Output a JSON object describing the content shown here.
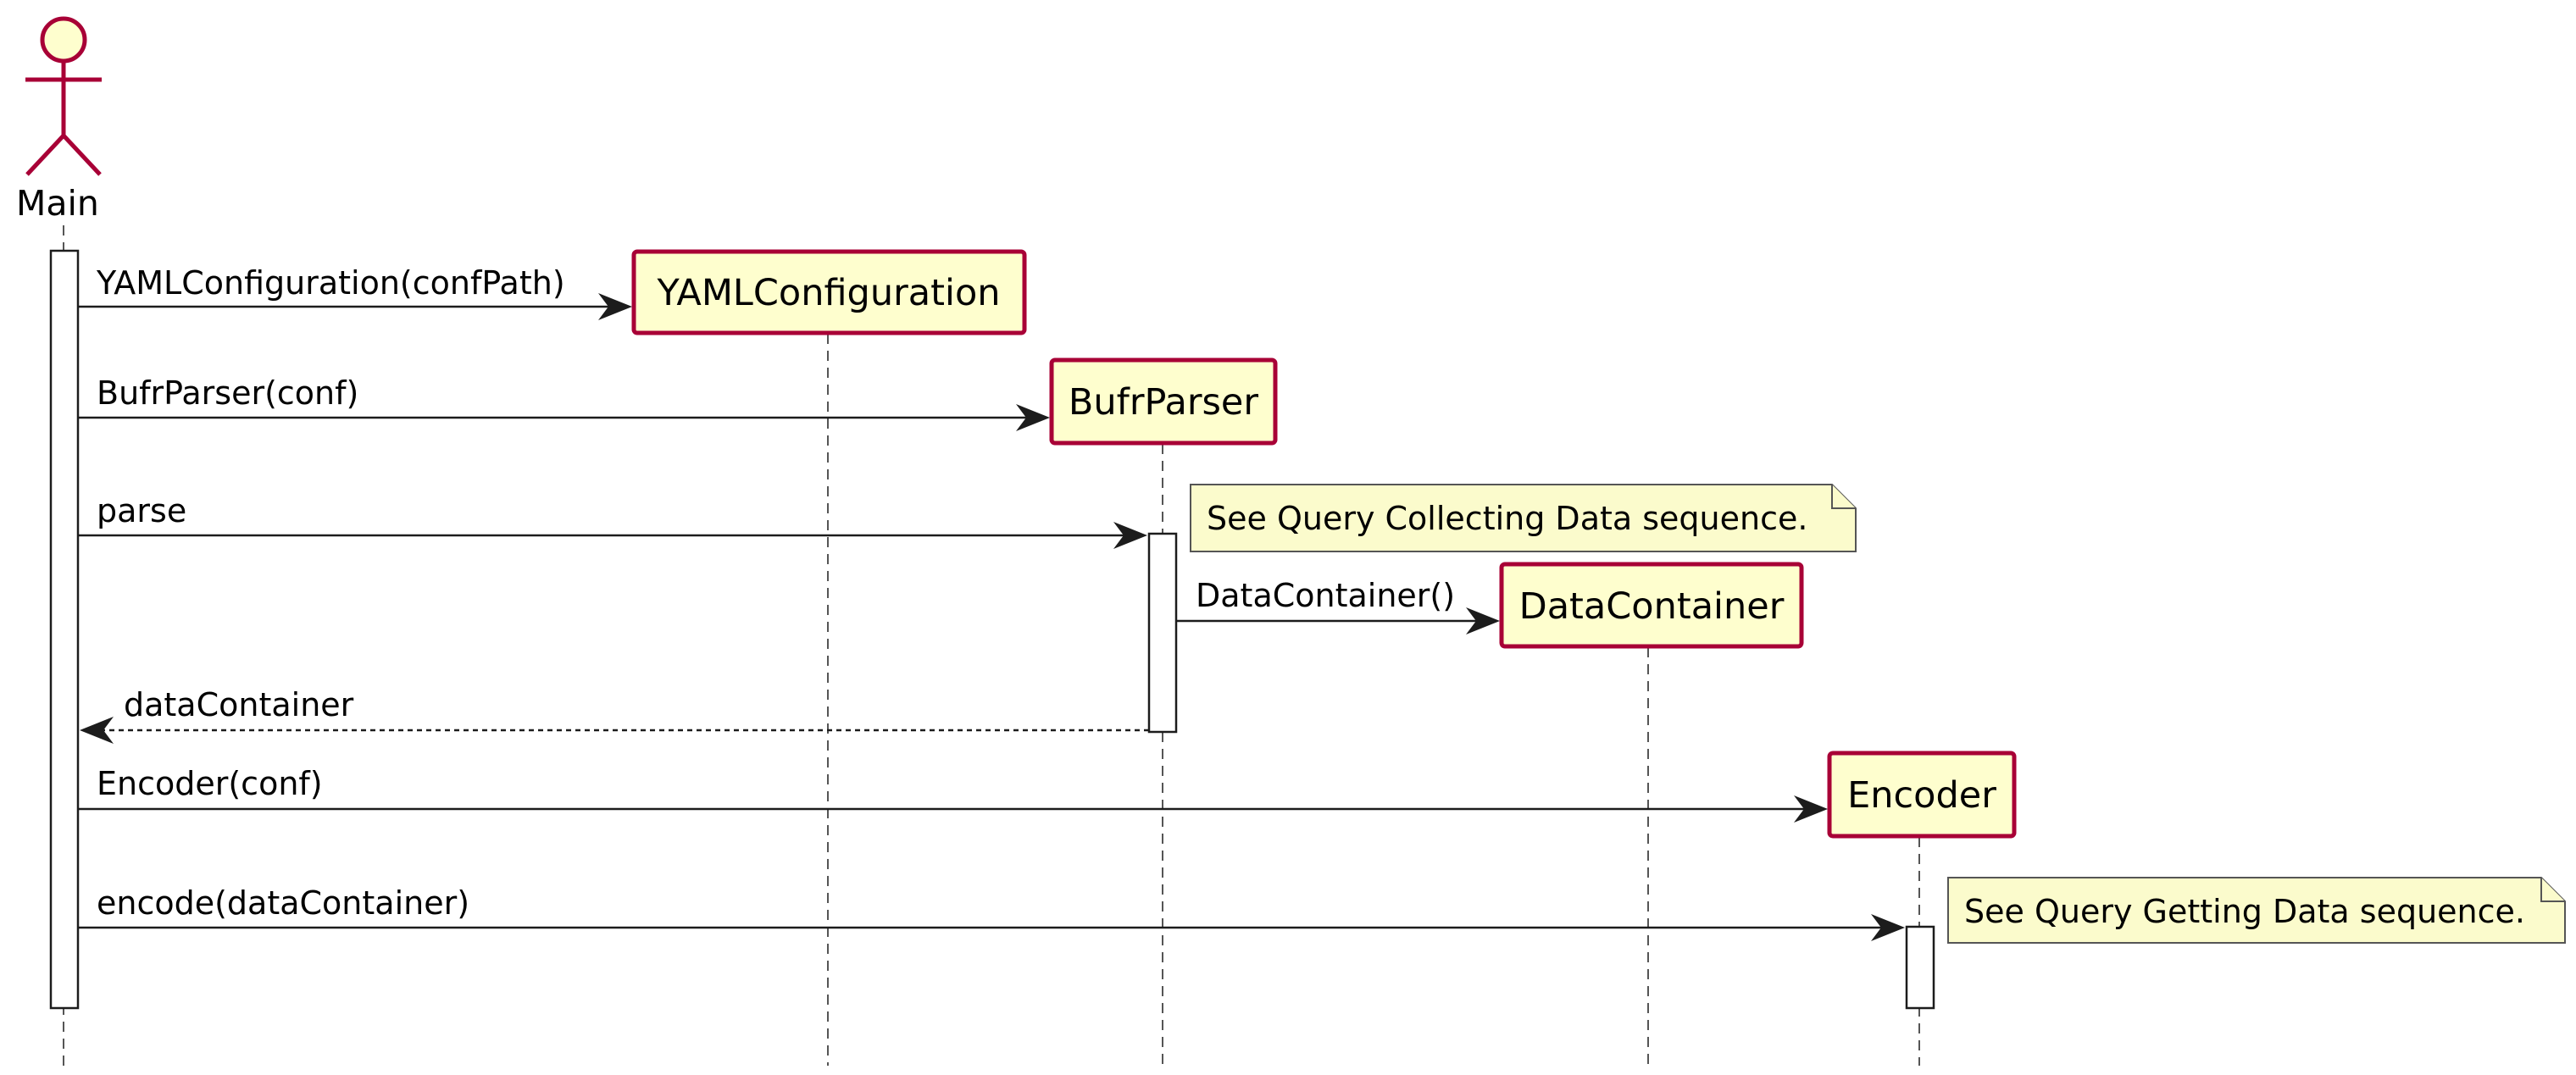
{
  "actor": {
    "label": "Main"
  },
  "participants": {
    "yaml": {
      "label": "YAMLConfiguration"
    },
    "bufr": {
      "label": "BufrParser"
    },
    "container": {
      "label": "DataContainer"
    },
    "encoder": {
      "label": "Encoder"
    }
  },
  "messages": [
    {
      "label": "YAMLConfiguration(confPath)"
    },
    {
      "label": "BufrParser(conf)"
    },
    {
      "label": "parse"
    },
    {
      "label": "DataContainer()"
    },
    {
      "label": "dataContainer"
    },
    {
      "label": "Encoder(conf)"
    },
    {
      "label": "encode(dataContainer)"
    }
  ],
  "notes": [
    {
      "text": "See Query Collecting Data sequence."
    },
    {
      "text": "See Query Getting Data sequence."
    }
  ],
  "colors": {
    "participant_fill": "#fefece",
    "participant_border": "#a80036",
    "note_fill": "#fbfbcc",
    "line": "#1c1c1c"
  }
}
